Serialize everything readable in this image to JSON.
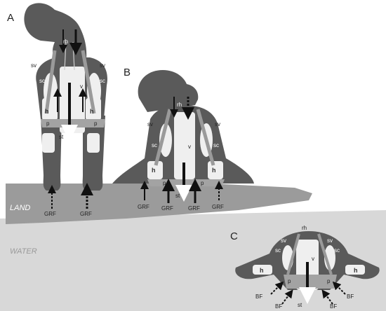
{
  "panels": {
    "a": "A",
    "b": "B",
    "c": "C"
  },
  "environment": {
    "land": "LAND",
    "water": "WATER"
  },
  "labels": {
    "rh": "rh",
    "sv": "sv",
    "sc": "sc",
    "h": "h",
    "v": "v",
    "p": "p",
    "st": "st",
    "grf": "GRF",
    "bf": "BF"
  },
  "colors": {
    "body": "#5a5a5a",
    "bone": "#f2f2f2",
    "land": "#9a9a9a",
    "water": "#d8d8d8"
  }
}
